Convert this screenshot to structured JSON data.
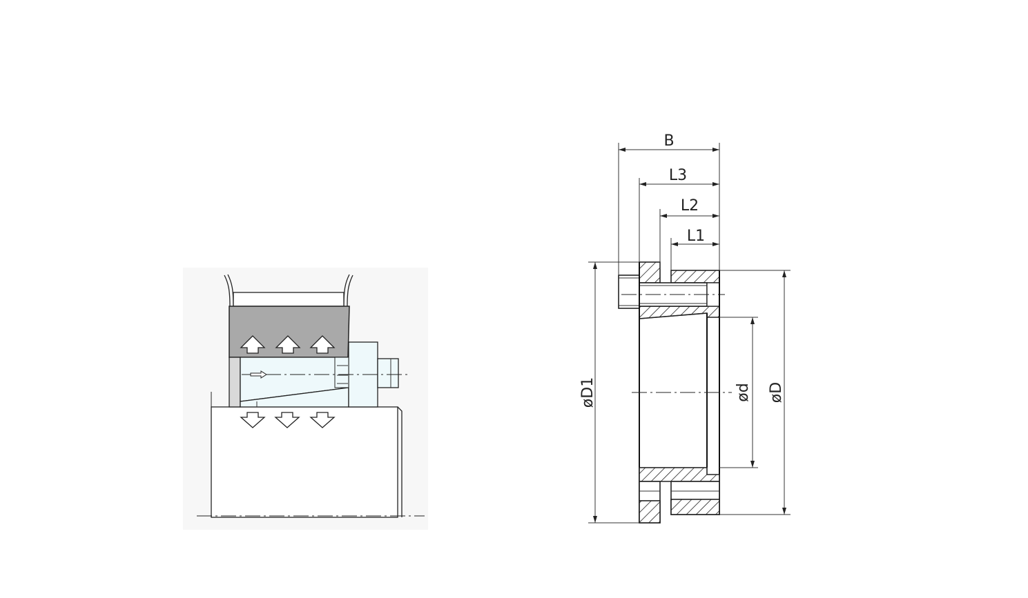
{
  "figure": {
    "colors": {
      "background": "#ffffff",
      "line": "#222222",
      "gray_fill": "#a9a9a9",
      "cyan_fill": "#eef9fb",
      "panel": "#f7f7f7"
    },
    "labels": {
      "B": "B",
      "L3": "L3",
      "L2": "L2",
      "L1": "L1",
      "D1": "øD1",
      "d": "ød",
      "D": "øD"
    }
  }
}
